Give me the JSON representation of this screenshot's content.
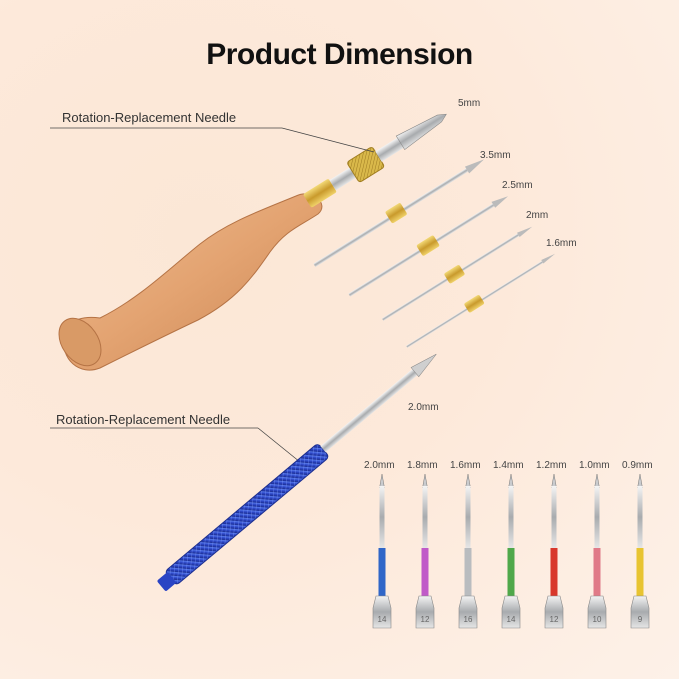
{
  "title": "Product Dimension",
  "top_section": {
    "label": "Rotation-Replacement Needle",
    "sizes": [
      "5mm",
      "3.5mm",
      "2.5mm",
      "2mm",
      "1.6mm"
    ]
  },
  "bottom_section": {
    "label": "Rotation-Replacement Needle",
    "handle_size": "2.0mm",
    "needles": [
      {
        "size": "2.0mm",
        "gauge": "14",
        "color": "#2f66c8"
      },
      {
        "size": "1.8mm",
        "gauge": "12",
        "color": "#c05ac8"
      },
      {
        "size": "1.6mm",
        "gauge": "16",
        "color": "#b9bcbf"
      },
      {
        "size": "1.4mm",
        "gauge": "14",
        "color": "#4fa84a"
      },
      {
        "size": "1.2mm",
        "gauge": "12",
        "color": "#d8382c"
      },
      {
        "size": "1.0mm",
        "gauge": "10",
        "color": "#e07a88"
      },
      {
        "size": "0.9mm",
        "gauge": "9",
        "color": "#e8c431"
      }
    ]
  },
  "colors": {
    "handle_wood": "#e4a676",
    "brass": "#d8b13e",
    "blue_handle": "#2b46c9"
  }
}
